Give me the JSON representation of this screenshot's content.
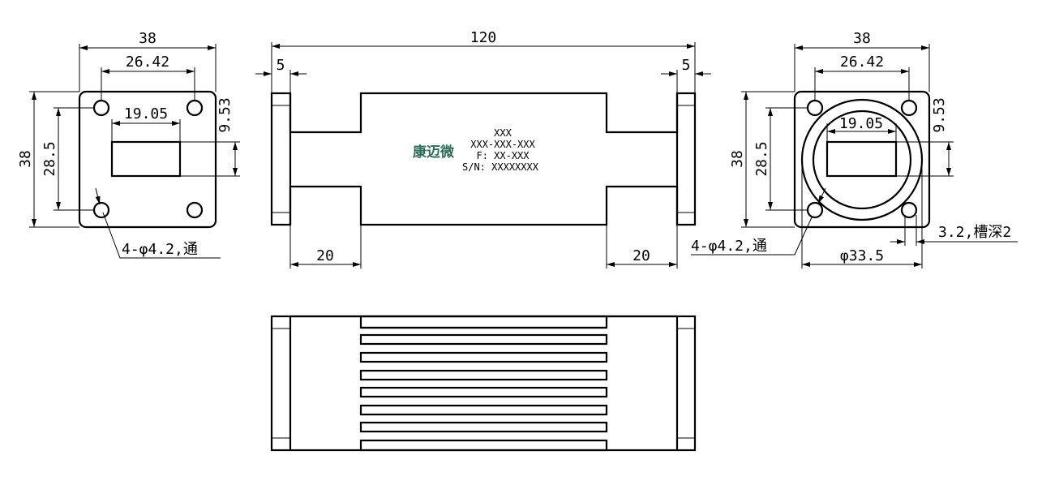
{
  "left_view": {
    "dim_width": "38",
    "dim_hole_spacing": "26.42",
    "dim_slot_width": "19.05",
    "dim_slot_height": "9.53",
    "dim_height": "38",
    "dim_hole_vertical": "28.5",
    "hole_note": "4-φ4.2,通"
  },
  "front_view": {
    "dim_length": "120",
    "dim_left_flange": "5",
    "dim_right_flange": "5",
    "dim_left_step": "20",
    "dim_right_step": "20",
    "label": {
      "logo": "康迈微",
      "line1": "XXX",
      "line2": "XXX-XXX-XXX",
      "line3": "F: XX-XXX",
      "line4": "S/N: XXXXXXXX"
    }
  },
  "right_view": {
    "dim_width": "38",
    "dim_hole_spacing": "26.42",
    "dim_slot_width": "19.05",
    "dim_slot_height": "9.53",
    "dim_height": "38",
    "dim_hole_vertical": "28.5",
    "hole_note": "4-φ4.2,通",
    "groove_note": "3.2,槽深2",
    "dim_groove_dia": "φ33.5"
  }
}
